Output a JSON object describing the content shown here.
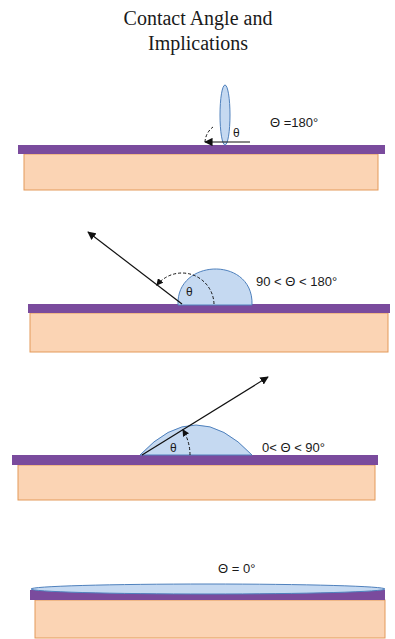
{
  "diagram": {
    "title": "Contact Angle and Implications",
    "labels": [
      "θ",
      "Θ =180°",
      "θ",
      "90 < Θ < 180°",
      "θ",
      "0< Θ < 90°",
      "Θ = 0°"
    ]
  }
}
